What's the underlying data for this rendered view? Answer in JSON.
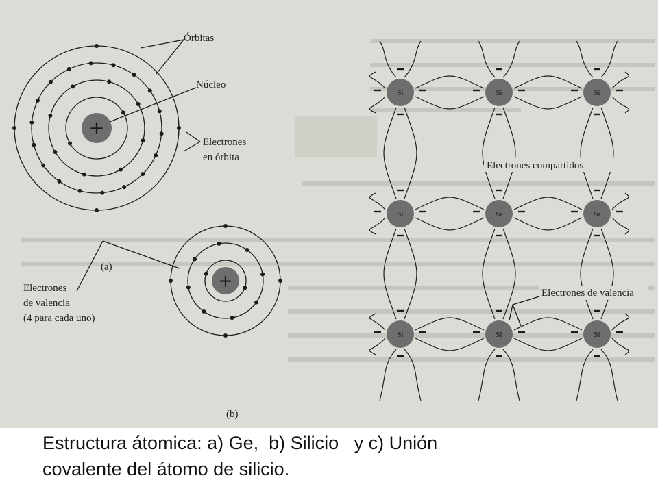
{
  "labels": {
    "orbitas": "Órbitas",
    "nucleo": "Núcleo",
    "electrones_orbita_1": "Electrones",
    "electrones_orbita_2": "en órbita",
    "panel_a": "(a)",
    "panel_b": "(b)",
    "valencia_left_1": "Electrones",
    "valencia_left_2": "de valencia",
    "valencia_left_3": "(4 para cada uno)",
    "compartidos": "Electrones compartidos",
    "valencia_right": "Electrones de valencia",
    "si_symbol": "Si",
    "nucleus_sign": "+"
  },
  "caption": {
    "line1": "Estructura átomica: a) Ge,  b) Silicio   y c) Unión",
    "line2": "covalente del átomo de silicio."
  },
  "colors": {
    "background": "#dcdcd6",
    "nucleus": "#6e6e6e",
    "ink": "#1c1c1c"
  }
}
